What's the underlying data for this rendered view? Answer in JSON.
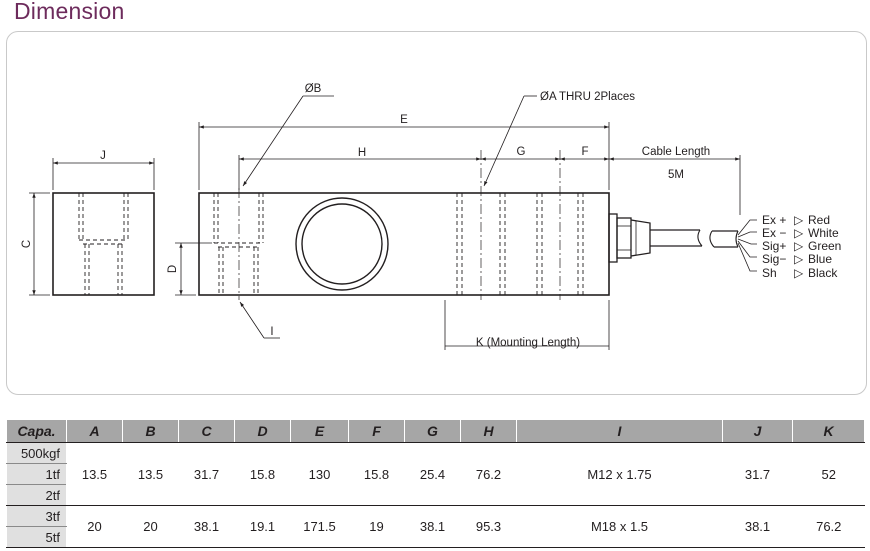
{
  "title": "Dimension",
  "drawing": {
    "labels": {
      "J": "J",
      "C": "C",
      "D": "D",
      "I": "I",
      "B": "ØB",
      "A": "ØA THRU 2Places",
      "E": "E",
      "H": "H",
      "G": "G",
      "F": "F",
      "cable_length": "Cable Length",
      "cable_value": "5M",
      "K": "K (Mounting Length)"
    },
    "wires": [
      {
        "signal": "Ex +",
        "color": "Red"
      },
      {
        "signal": "Ex −",
        "color": "White"
      },
      {
        "signal": "Sig+",
        "color": "Green"
      },
      {
        "signal": "Sig−",
        "color": "Blue"
      },
      {
        "signal": "Sh",
        "color": "Black"
      }
    ]
  },
  "table": {
    "headers": [
      "Capa.",
      "A",
      "B",
      "C",
      "D",
      "E",
      "F",
      "G",
      "H",
      "I",
      "J",
      "K"
    ],
    "groups": [
      {
        "capacities": [
          "500kgf",
          "1tf",
          "2tf"
        ],
        "values": [
          "13.5",
          "13.5",
          "31.7",
          "15.8",
          "130",
          "15.8",
          "25.4",
          "76.2",
          "M12 x 1.75",
          "31.7",
          "52"
        ]
      },
      {
        "capacities": [
          "3tf",
          "5tf"
        ],
        "values": [
          "20",
          "20",
          "38.1",
          "19.1",
          "171.5",
          "19",
          "38.1",
          "95.3",
          "M18 x 1.5",
          "38.1",
          "76.2"
        ]
      }
    ]
  }
}
